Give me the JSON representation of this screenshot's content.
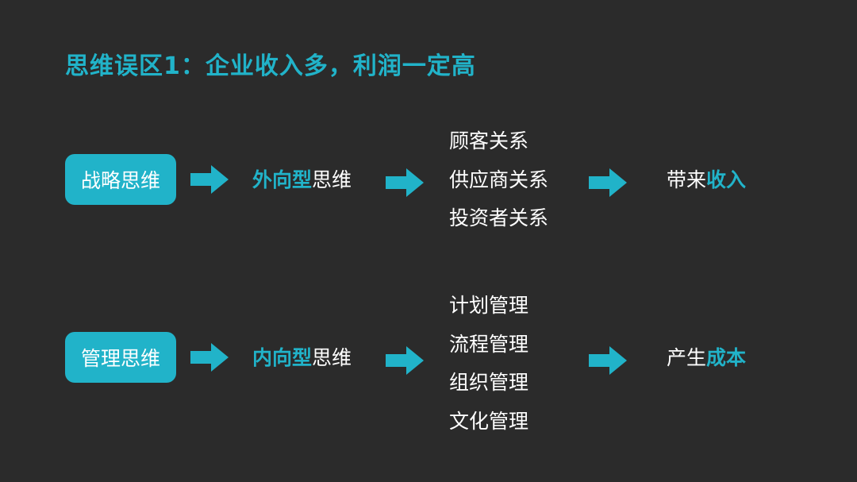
{
  "title": "思维误区1：企业收入多，利润一定高",
  "colors": {
    "accent": "#21b3c9",
    "background": "#2b2b2b",
    "text": "#ffffff"
  },
  "row1": {
    "pill": "战略思维",
    "mid_accent": "外向型",
    "mid_plain": "思维",
    "items": [
      "顾客关系",
      "供应商关系",
      "投资者关系"
    ],
    "result_plain": "带来",
    "result_accent": "收入"
  },
  "row2": {
    "pill": "管理思维",
    "mid_accent": "内向型",
    "mid_plain": "思维",
    "items": [
      "计划管理",
      "流程管理",
      "组织管理",
      "文化管理"
    ],
    "result_plain": "产生",
    "result_accent": "成本"
  }
}
